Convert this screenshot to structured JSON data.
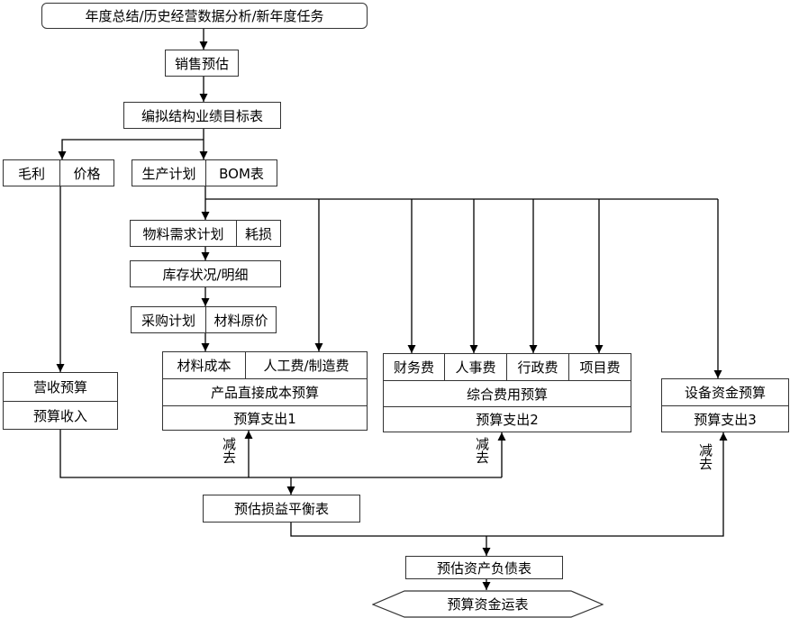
{
  "nodes": {
    "start": "年度总结/历史经营数据分析/新年度任务",
    "sales_forecast": "销售预估",
    "target_table": "编拟结构业绩目标表",
    "gross_margin": "毛利",
    "price": "价格",
    "production_plan": "生产计划",
    "bom": "BOM表",
    "material_req": "物料需求计划",
    "loss": "耗损",
    "inventory": "库存状况/明细",
    "purchase_plan": "采购计划",
    "material_price": "材料原价",
    "revenue_budget": "营收预算",
    "budget_income": "预算收入",
    "material_cost": "材料成本",
    "labor_mfg": "人工费/制造费",
    "direct_cost_budget": "产品直接成本预算",
    "expense1": "预算支出1",
    "finance_fee": "财务费",
    "hr_fee": "人事费",
    "admin_fee": "行政费",
    "project_fee": "项目费",
    "general_budget": "综合费用预算",
    "expense2": "预算支出2",
    "equipment_budget": "设备资金预算",
    "expense3": "预算支出3",
    "pl_balance": "预估损益平衡表",
    "balance_sheet": "预估资产负债表",
    "cash_flow": "预算资金运表"
  },
  "labels": {
    "subtract1": "减去",
    "subtract2": "减去",
    "subtract3": "减去"
  }
}
